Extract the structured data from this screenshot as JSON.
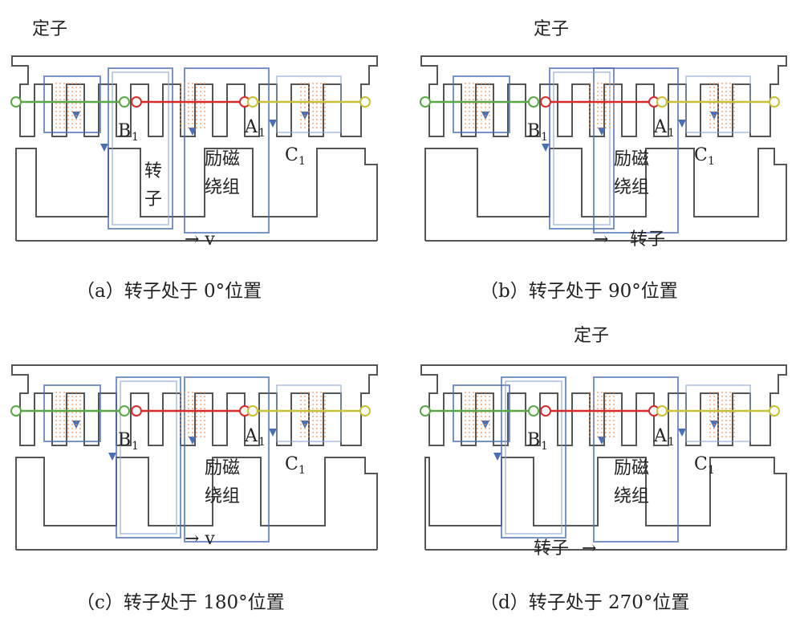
{
  "panels": [
    {
      "id": "a",
      "caption": "（a）转子处于 0°位置",
      "labels": {
        "stator": "定子",
        "rotor": "转子",
        "winding": "励磁绕组",
        "velocity": "→ v",
        "b1": "B",
        "a1": "A",
        "c1": "C",
        "subscript": "1"
      }
    },
    {
      "id": "b",
      "caption": "（b）转子处于 90°位置",
      "labels": {
        "stator": "定子",
        "rotor": "转子",
        "winding": "励磁绕组",
        "arrow": "→",
        "b1": "B",
        "a1": "A",
        "c1": "C",
        "subscript": "1"
      }
    },
    {
      "id": "c",
      "caption": "（c）转子处于 180°位置",
      "labels": {
        "winding": "励磁绕组",
        "velocity": "→ v",
        "b1": "B",
        "a1": "A",
        "c1": "C",
        "subscript": "1"
      }
    },
    {
      "id": "d",
      "caption": "（d）转子处于 270°位置",
      "labels": {
        "stator": "定子",
        "rotor": "转子",
        "winding": "励磁绕组",
        "arrow": "→",
        "b1": "B",
        "a1": "A",
        "c1": "C",
        "subscript": "1"
      }
    }
  ],
  "colors": {
    "phase_a": "#d92a2a",
    "phase_b": "#58a845",
    "phase_c": "#c8c034",
    "flux": "#4a6fb5",
    "outline": "#555555",
    "coil": "#e8925a"
  }
}
